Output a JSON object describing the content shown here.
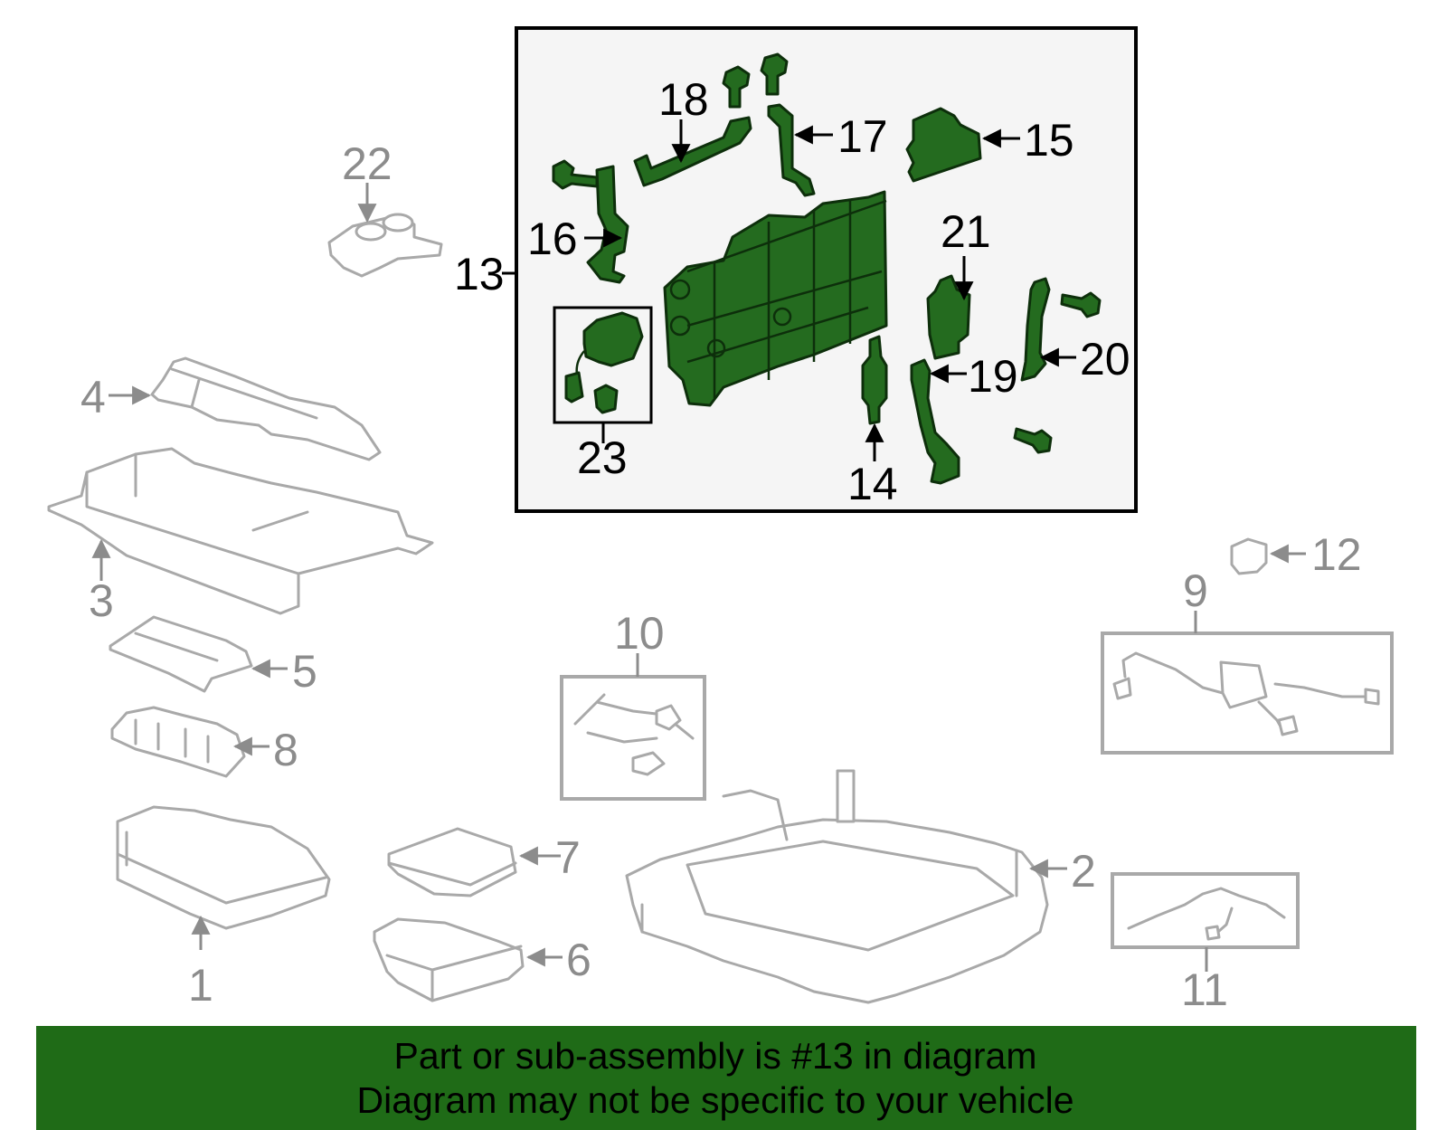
{
  "colors": {
    "highlight_green": "#246b1f",
    "callout_background": "#f5f5f5",
    "footer_background": "#1f6b17",
    "gray_part_stroke": "#a9a9a9",
    "gray_label": "#8c8c8c"
  },
  "callout": {
    "label": "13",
    "parts": [
      "14",
      "15",
      "16",
      "17",
      "18",
      "19",
      "20",
      "21",
      "23"
    ]
  },
  "parts": {
    "p1": "1",
    "p2": "2",
    "p3": "3",
    "p4": "4",
    "p5": "5",
    "p6": "6",
    "p7": "7",
    "p8": "8",
    "p9": "9",
    "p10": "10",
    "p11": "11",
    "p12": "12",
    "p13": "13",
    "p14": "14",
    "p15": "15",
    "p16": "16",
    "p17": "17",
    "p18": "18",
    "p19": "19",
    "p20": "20",
    "p21": "21",
    "p22": "22",
    "p23": "23"
  },
  "footer": {
    "line1": "Part or sub-assembly is #13 in diagram",
    "line2": "Diagram may not be specific to your vehicle"
  }
}
